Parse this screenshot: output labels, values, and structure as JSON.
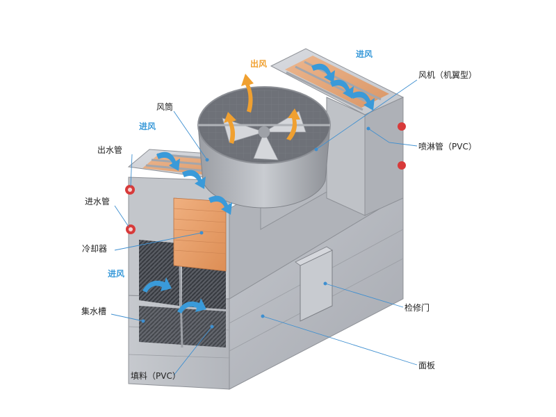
{
  "diagram": {
    "labels": {
      "fan": "风机（机翼型）",
      "spray_pipe": "喷淋管（PVC）",
      "fan_duct": "风筒",
      "outlet_pipe": "出水管",
      "inlet_pipe": "进水管",
      "cooler": "冷却器",
      "basin": "集水槽",
      "fill": "填料（PVC）",
      "access_door": "检修门",
      "panel": "面板",
      "air_out": "出风",
      "air_in_top": "进风",
      "air_in_left": "进风",
      "air_in_side": "进风"
    },
    "colors": {
      "air_in": "#3a9ad9",
      "air_out": "#f0a030",
      "leader": "#3e8fd0",
      "valve": "#d83a3a",
      "fill_orange": "#e8a06a",
      "body": "#b9bcc2"
    }
  }
}
